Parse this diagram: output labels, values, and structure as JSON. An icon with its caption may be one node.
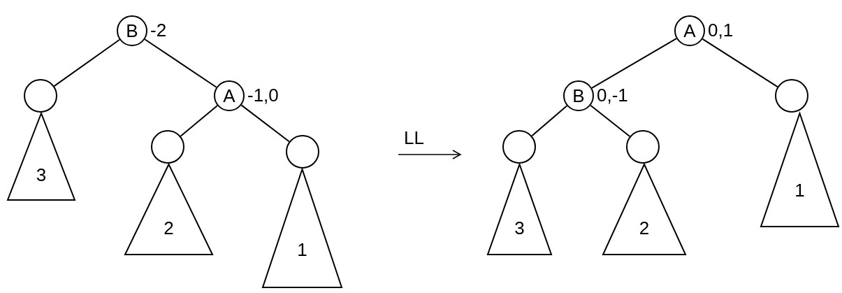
{
  "diagram": {
    "nodes": [
      {
        "text": [
          "B"
        ],
        "beside": [
          "-2"
        ]
      },
      {
        "text": [],
        "shape": "circle"
      },
      {
        "text": [
          "A"
        ],
        "beside": [
          "-1,0"
        ]
      },
      {
        "text": [
          "3"
        ]
      },
      {
        "text": [],
        "shape": "circle"
      },
      {
        "text": [],
        "shape": "circle"
      },
      {
        "text": [
          "2"
        ]
      },
      {
        "text": [
          "1"
        ]
      },
      {
        "text": [
          "A"
        ],
        "beside": [
          "0,1"
        ]
      },
      {
        "text": [
          "B"
        ],
        "beside": [
          "0,-1"
        ]
      },
      {
        "text": [],
        "shape": "circle"
      },
      {
        "text": [],
        "shape": "circle"
      },
      {
        "text": [],
        "shape": "circle"
      },
      {
        "text": [
          "1"
        ]
      },
      {
        "text": [
          "3"
        ]
      },
      {
        "text": [
          "2"
        ]
      }
    ],
    "edges": [
      {
        "from": 0,
        "to": 1,
        "arrow": "none"
      },
      {
        "from": 0,
        "to": 2,
        "arrow": "none"
      },
      {
        "from": 2,
        "to": 4,
        "arrow": "none"
      },
      {
        "from": 2,
        "to": 5,
        "arrow": "none"
      },
      {
        "from": 8,
        "to": 9,
        "arrow": "none"
      },
      {
        "from": 8,
        "to": 10,
        "arrow": "none"
      },
      {
        "from": 9,
        "to": 11,
        "arrow": "none"
      },
      {
        "from": 9,
        "to": 12,
        "arrow": "none"
      }
    ],
    "labels": [
      "LL"
    ]
  }
}
